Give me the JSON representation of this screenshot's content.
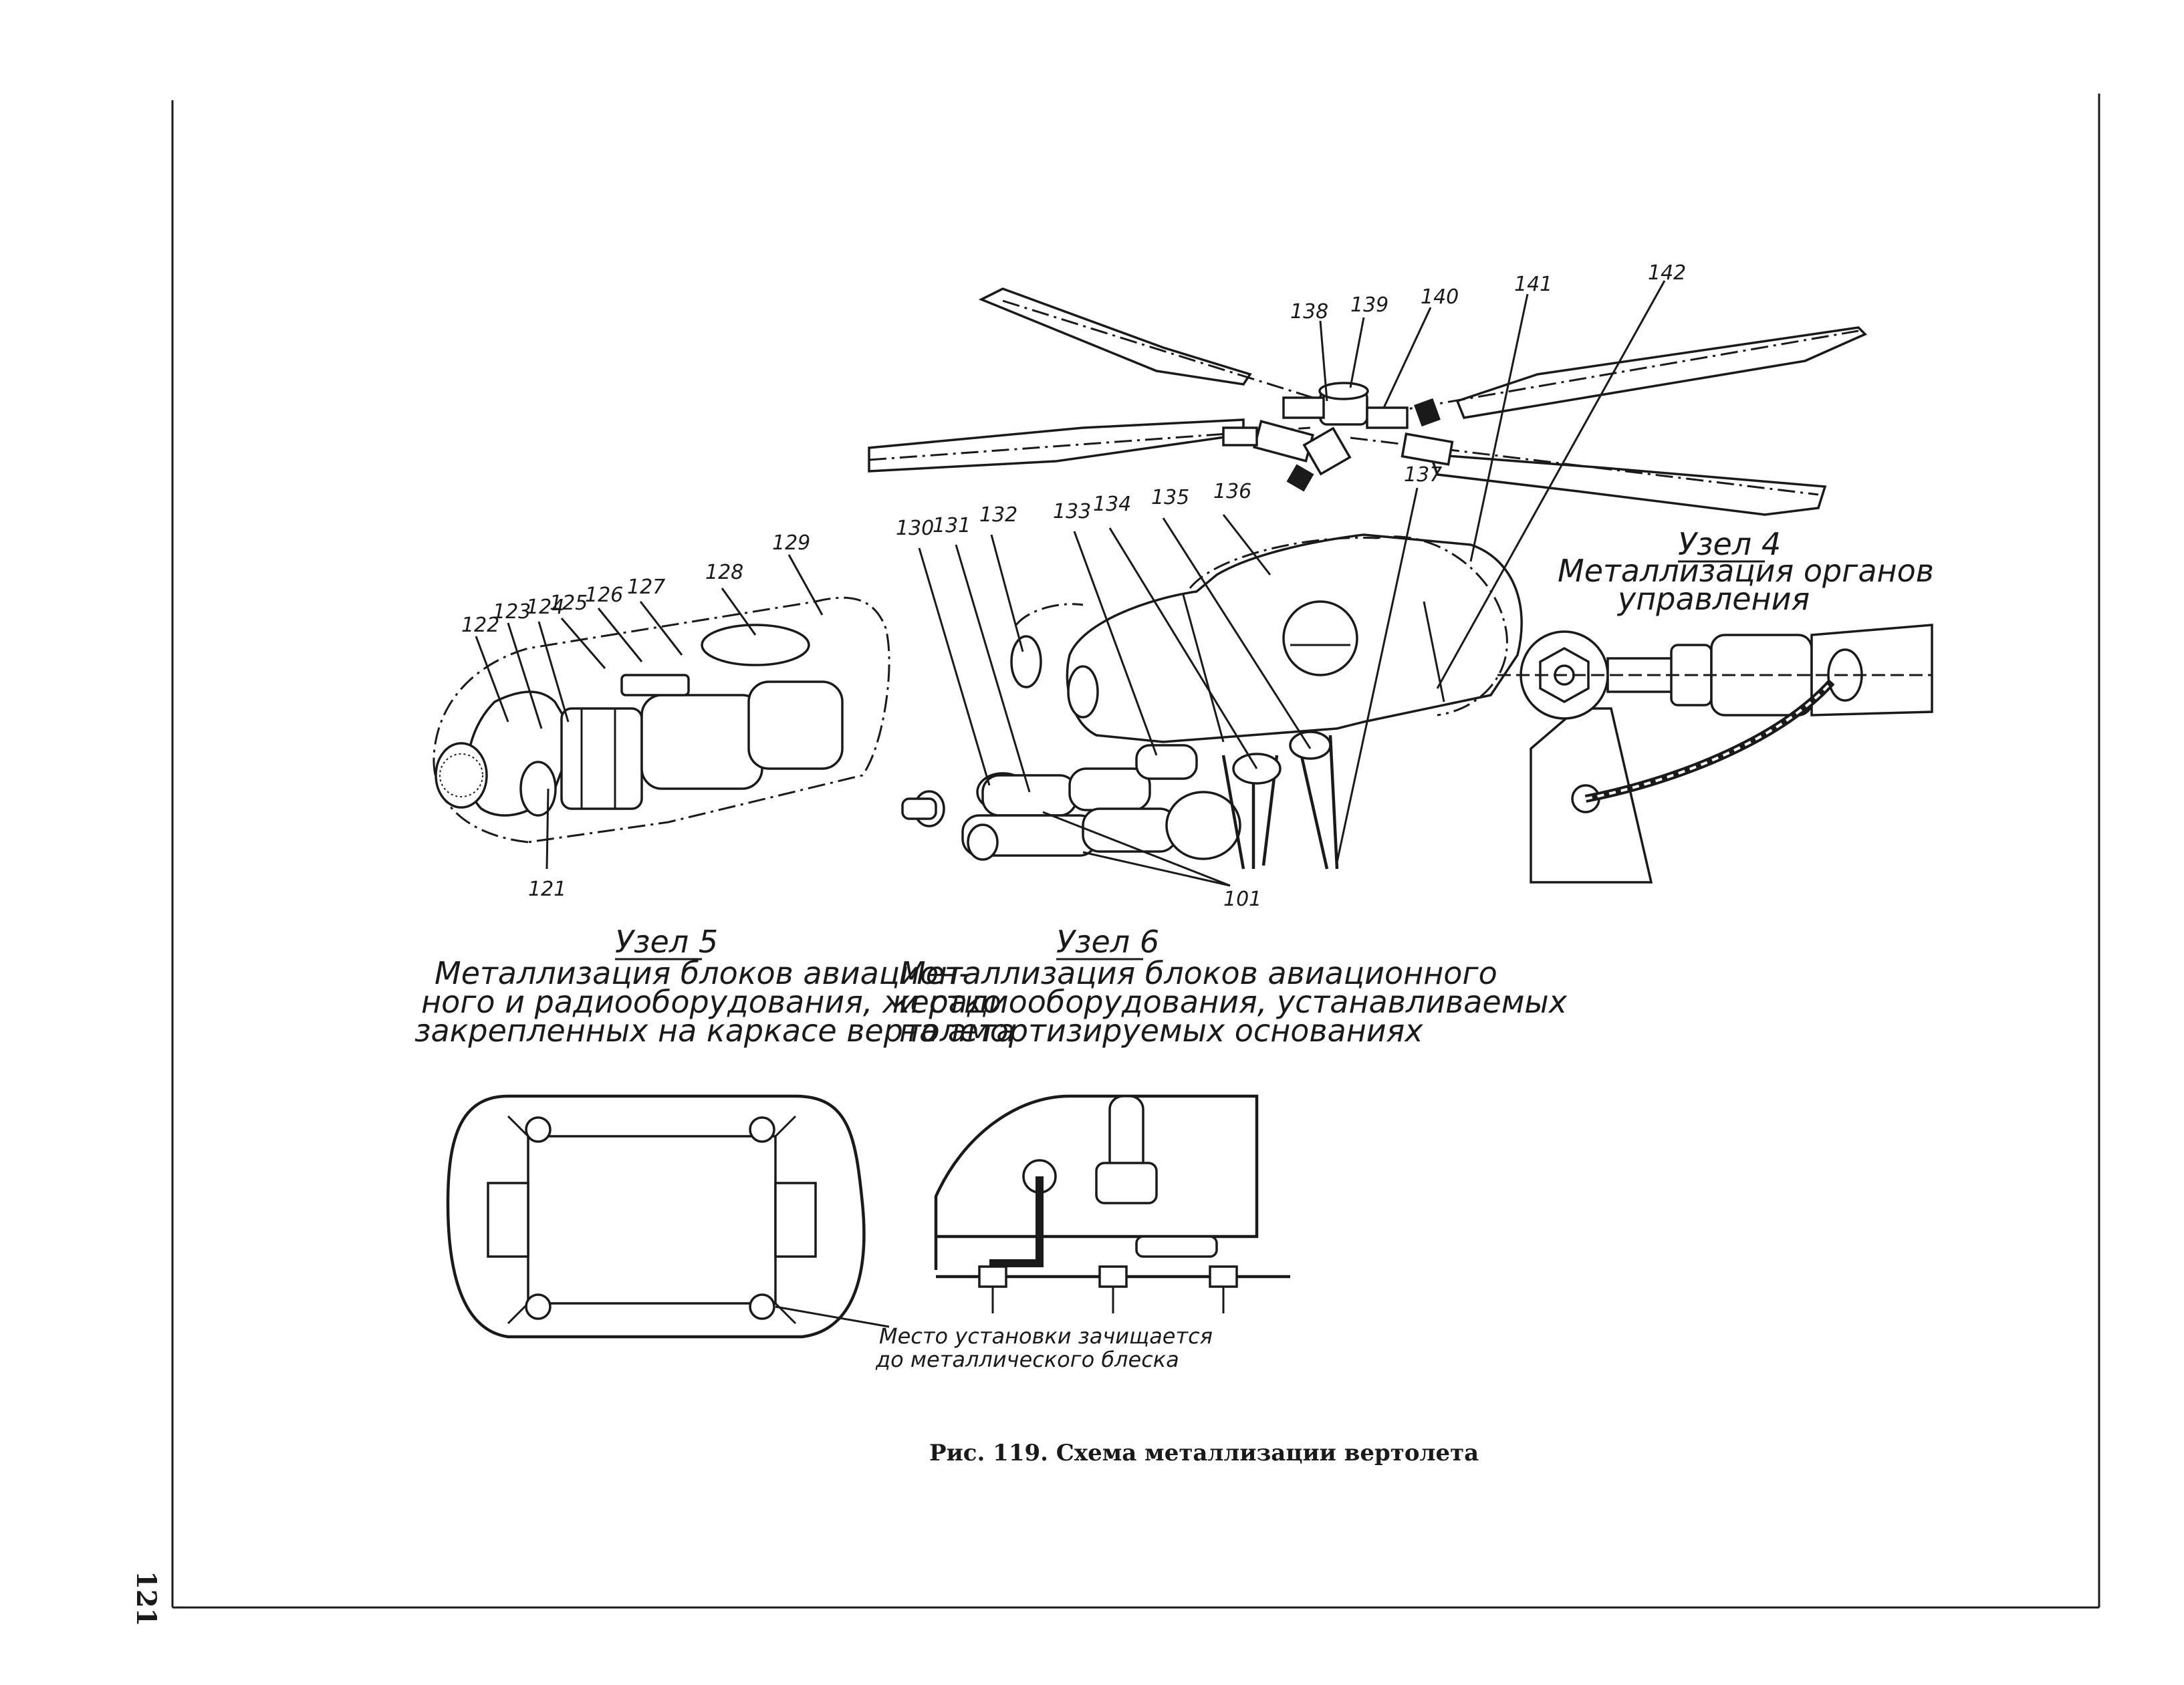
{
  "figure": {
    "caption": "Рис. 119. Схема металлизации вертолета",
    "caption_mark": "·",
    "page_number": "121"
  },
  "callouts": {
    "c121": "121",
    "c122": "122",
    "c123": "123",
    "c124": "124",
    "c125": "125",
    "c126": "126",
    "c127": "127",
    "c128": "128",
    "c129": "129",
    "c130": "130",
    "c131": "131",
    "c132": "132",
    "c133": "133",
    "c134": "134",
    "c135": "135",
    "c136": "136",
    "c137": "137",
    "c138": "138",
    "c139": "139",
    "c140": "140",
    "c141": "141",
    "c142": "142",
    "c101": "101"
  },
  "node4": {
    "title": "Узел 4",
    "line1": "Металлизация органов",
    "line2": "управления"
  },
  "node5": {
    "title": "Узел 5",
    "line1": "Металлизация блоков авиацион-",
    "line2": "ного и радиооборудования, жестко",
    "line3": "закрепленных на каркасе вертолета"
  },
  "node6": {
    "title": "Узел 6",
    "line1": "Металлизация блоков авиационного",
    "line2": "и радиооборудования, устанавливаемых",
    "line3": "на амортизируемых основаниях"
  },
  "note": {
    "line1": "Место установки зачищается",
    "line2": "до металлического блеска"
  }
}
